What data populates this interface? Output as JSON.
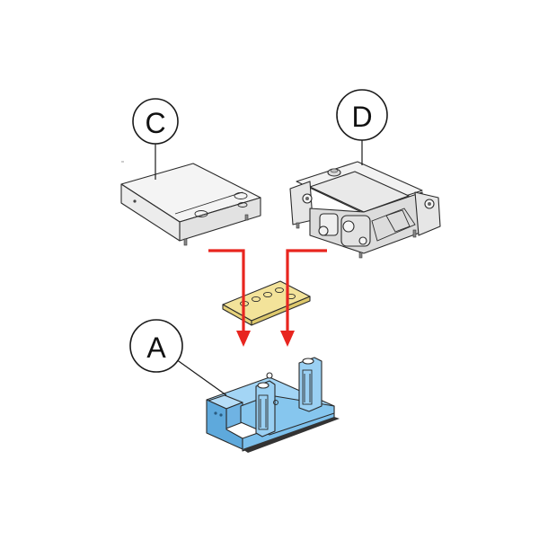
{
  "callouts": {
    "c": "C",
    "d": "D",
    "a": "A"
  },
  "colors": {
    "arrow": "#e8251f",
    "module_a_face": "#7cc0ec",
    "module_a_top": "#a3d5f5",
    "module_a_side": "#5ea9dc",
    "gasket": "#f3e39a",
    "module_c_top": "#f3f3f3",
    "module_c_front": "#e4e4e4",
    "module_d_body": "#ececec"
  },
  "icons": {
    "module_c": "blanking-plate-icon",
    "module_d": "valve-cover-icon",
    "gasket": "gasket-icon",
    "module_a": "valve-base-icon"
  }
}
